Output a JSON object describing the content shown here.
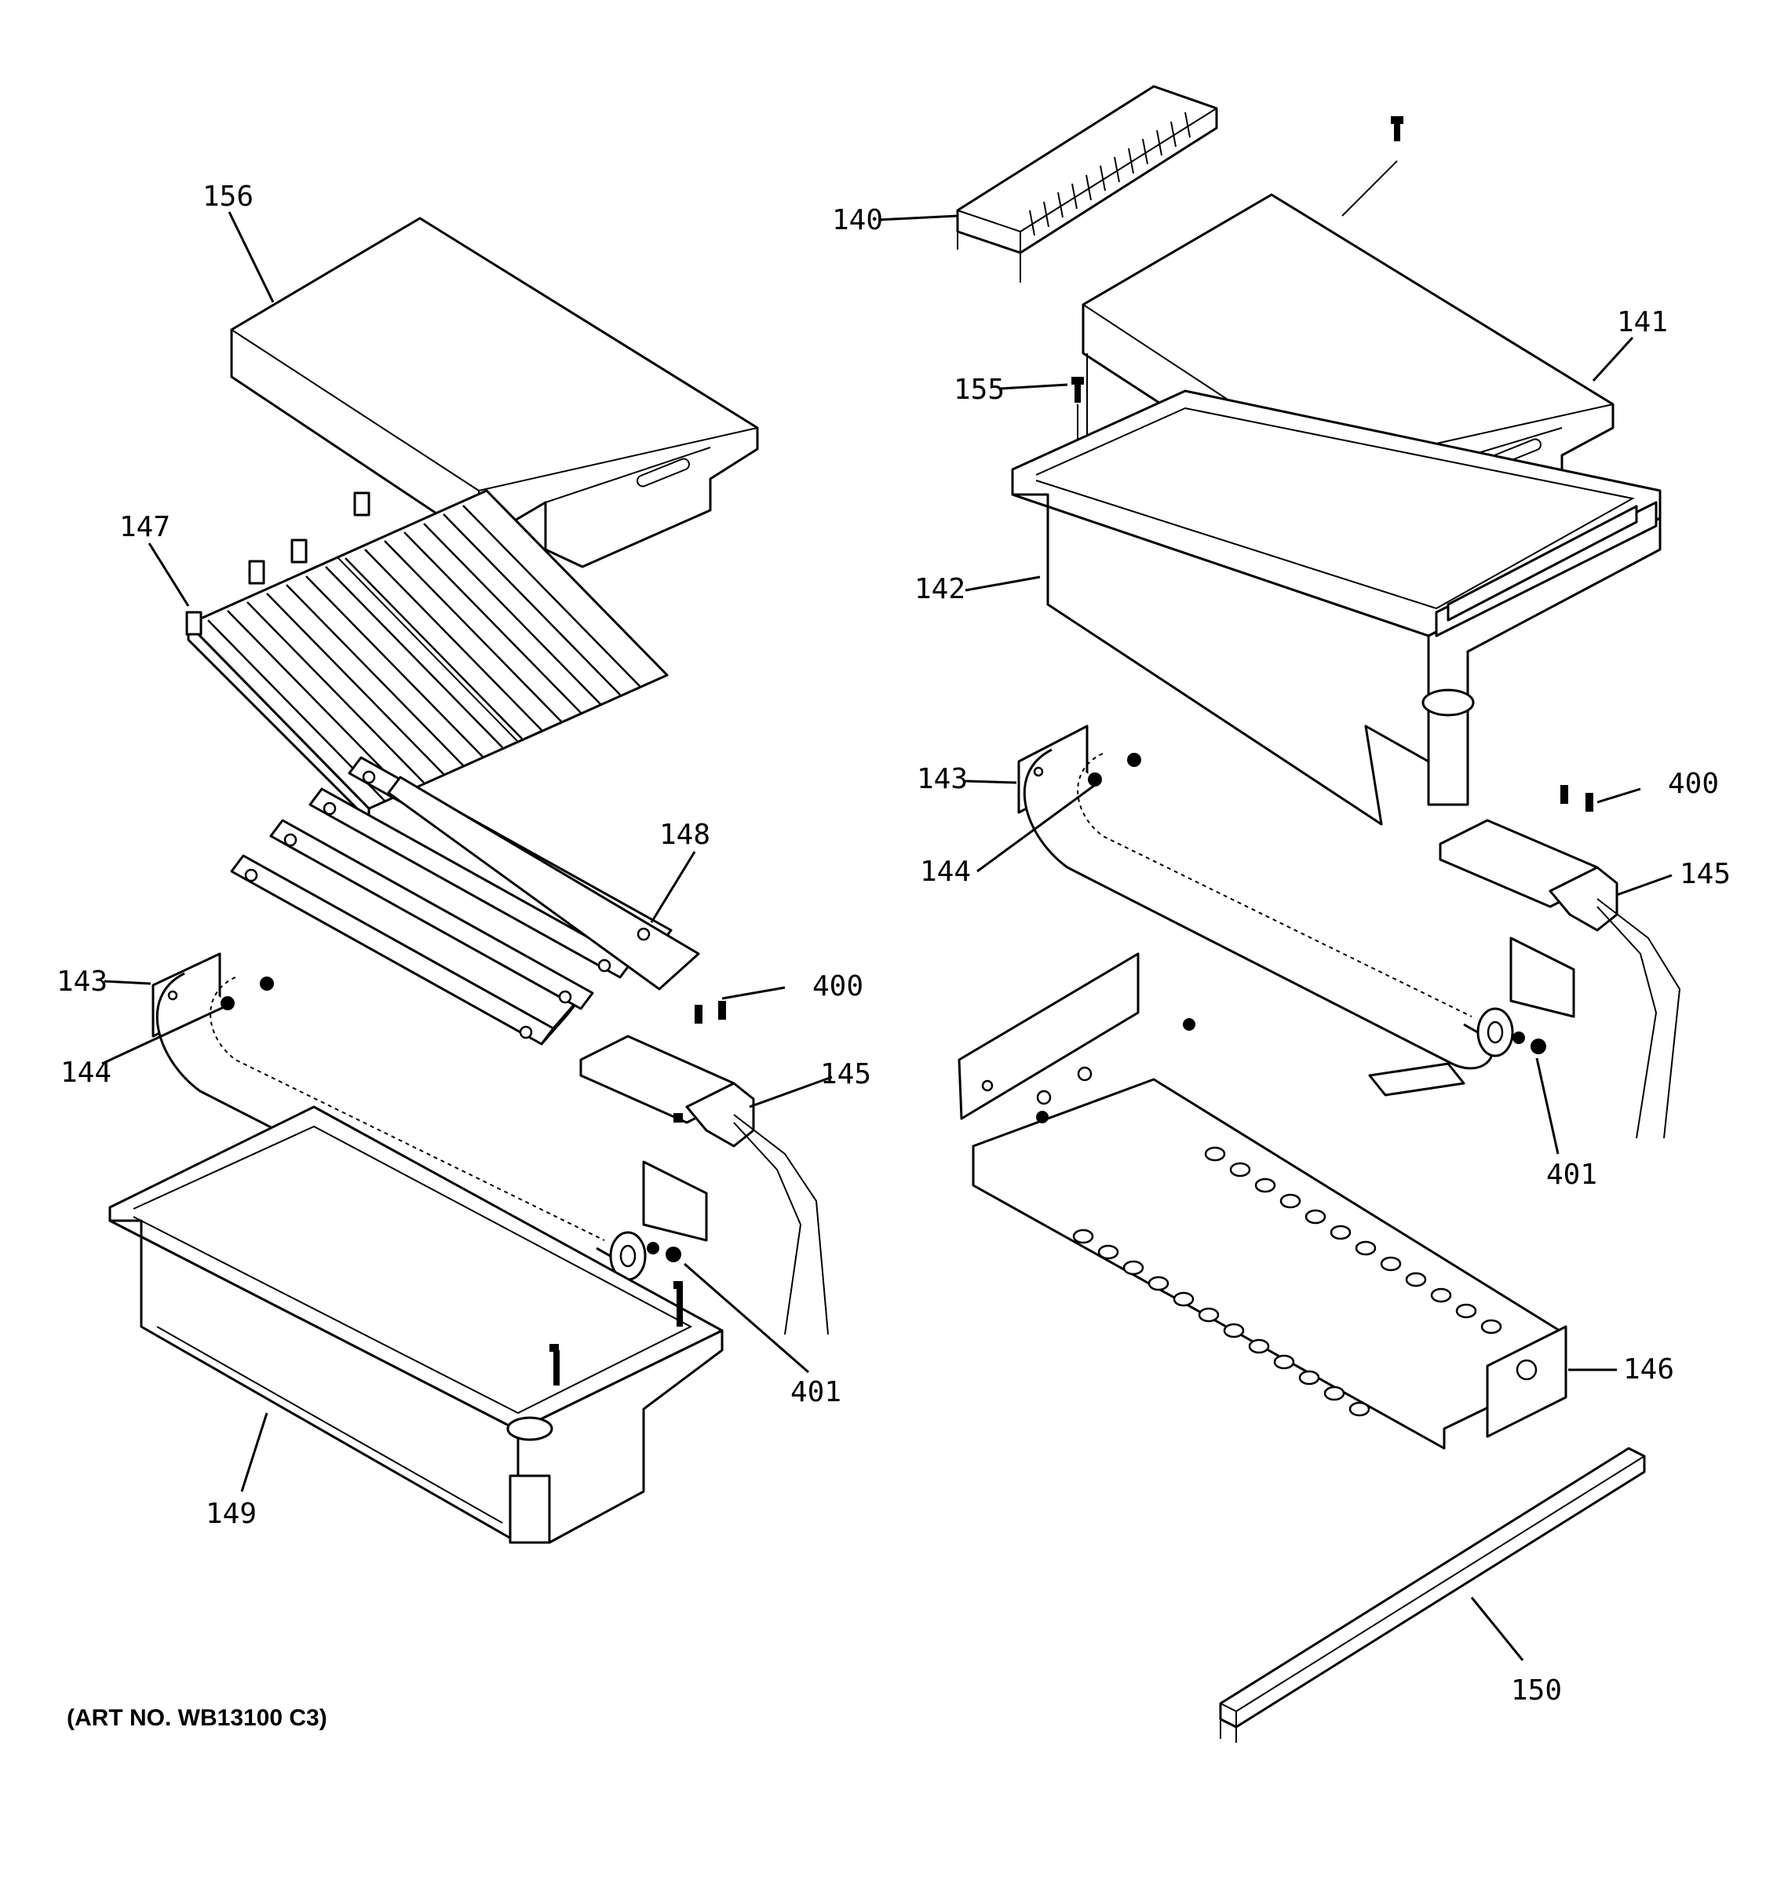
{
  "labels": {
    "p156": "156",
    "p147": "147",
    "p148": "148",
    "p143_left": "143",
    "p144_left": "144",
    "p400_left": "400",
    "p145_left": "145",
    "p401_left": "401",
    "p149": "149",
    "p140": "140",
    "p141": "141",
    "p155": "155",
    "p142": "142",
    "p143_right": "143",
    "p144_right": "144",
    "p400_right": "400",
    "p145_right": "145",
    "p401_right": "401",
    "p146": "146",
    "p150": "150"
  },
  "art_number": "(ART NO. WB13100 C3)"
}
